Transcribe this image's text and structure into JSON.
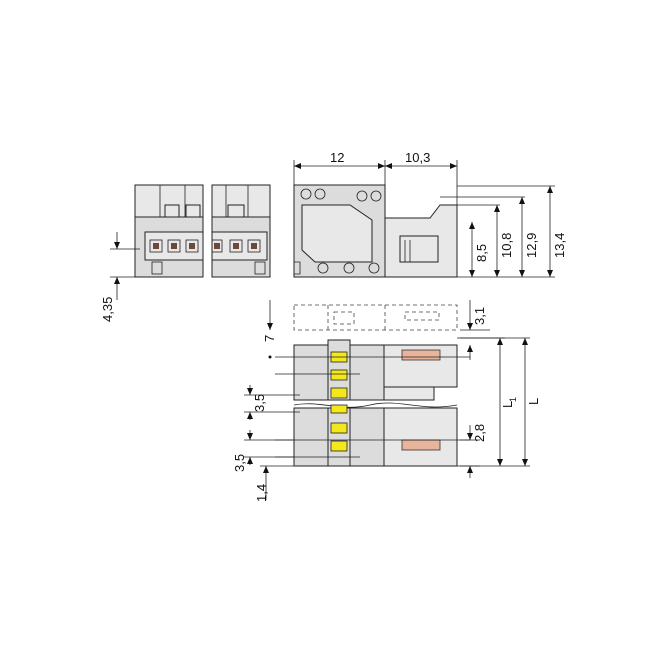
{
  "dimensions": {
    "width_12": "12",
    "width_10_3": "10,3",
    "height_8_5": "8,5",
    "height_10_8": "10,8",
    "height_12_9": "12,9",
    "height_13_4": "13,4",
    "offset_4_35": "4,35",
    "pitch_7": "7",
    "depth_3_1": "3,1",
    "pitch_3_5_upper": "3,5",
    "pitch_3_5_lower": "3,5",
    "offset_1_4": "1,4",
    "pin_2_8": "2,8",
    "length_L1": "L",
    "length_L1_sub": "1",
    "length_L": "L"
  },
  "colors": {
    "body": "#dcdcdc",
    "housing": "#e8e8e8",
    "release_lever": "#f3e81c",
    "contact": "#e9b49c"
  }
}
